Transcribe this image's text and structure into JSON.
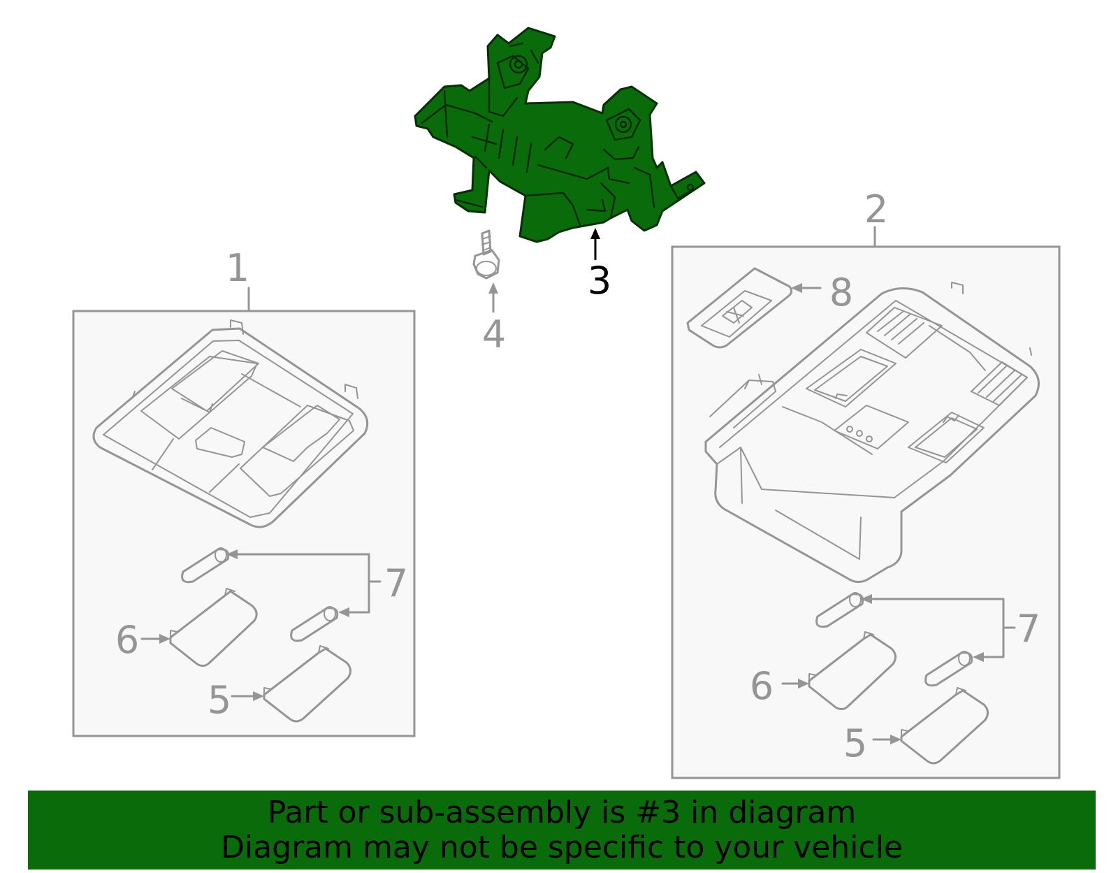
{
  "callouts": {
    "c1": "1",
    "c2": "2",
    "c3": "3",
    "c4": "4",
    "c5_left": "5",
    "c6_left": "6",
    "c7_left": "7",
    "c5_right": "5",
    "c6_right": "6",
    "c7_right": "7",
    "c8": "8"
  },
  "highlighted_part": "3",
  "colors": {
    "highlight": "#0a6b0a",
    "line_gray": "#959595",
    "box_fill": "#f8f8f8"
  },
  "banner": {
    "line1": "Part or sub-assembly is #3 in diagram",
    "line2": "Diagram may not be specific to your vehicle"
  }
}
